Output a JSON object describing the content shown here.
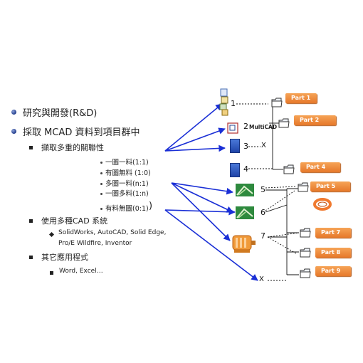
{
  "bullets": {
    "rd": "研究與開發(R&D)",
    "mcad": "採取 MCAD 資料到項目群中",
    "relations": "擷取多重的關聯性",
    "rel_items": [
      "一圖一料(1:1)",
      "有圖無料 (1:0)",
      "多圖一料(n:1)",
      "一圖多料(1:n)",
      "有料無圖(0:1)"
    ],
    "multicad": "使用多種CAD 系統",
    "cad_list_1": "SolidWorks, AutoCAD, Solid Edge,",
    "cad_list_2": "Pro/E Wildfire, Inventor",
    "other_apps": "其它應用程式",
    "other_list": "Word, Excel…"
  },
  "diagram": {
    "numbers": [
      "1",
      "2",
      "3",
      "4",
      "5",
      "6",
      "7"
    ],
    "multicad_label": "MultiCAD",
    "x_marks": [
      "X",
      "X"
    ],
    "parts": [
      "Part 1",
      "Part 2",
      "Part 4",
      "Part 5",
      "Part 7",
      "Part 8",
      "Part 9"
    ]
  },
  "colors": {
    "arrow": "#1a2fd6",
    "part_fill": "#f08a3a",
    "bullet": "#1f3a8a"
  }
}
